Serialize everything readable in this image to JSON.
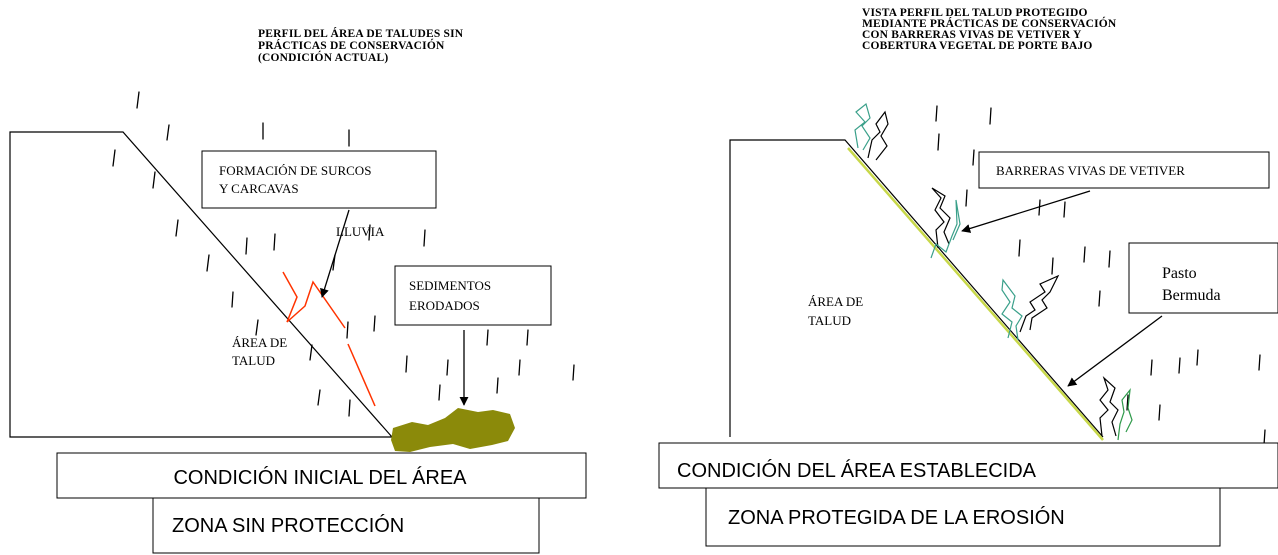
{
  "left_panel": {
    "title_lines": [
      "PERFIL DEL ÁREA DE TALUDES   SIN",
      "PRÁCTICAS        DE    CONSERVACIÓN",
      "(CONDICIÓN ACTUAL)"
    ],
    "callout_surcos_lines": [
      "FORMACIÓN DE SURCOS",
      "Y CARCAVAS"
    ],
    "lluvia_label": "LLUVIA",
    "callout_sedimentos_lines": [
      "SEDIMENTOS",
      "ERODADOS"
    ],
    "area_label_lines": [
      "ÁREA DE",
      "TALUD"
    ],
    "condition_label": "CONDICIÓN INICIAL DEL ÁREA",
    "zone_label": "ZONA SIN PROTECCIÓN"
  },
  "right_panel": {
    "title_lines": [
      "VISTA  PERFIL  DEL  TALUD  PROTEGIDO",
      "MEDIANTE PRÁCTICAS DE CONSERVACIÓN",
      "CON BARRERAS VIVAS DE    VETIVER  Y",
      "COBERTURA VEGETAL DE PORTE BAJO"
    ],
    "callout_vetiver": "BARRERAS VIVAS DE VETIVER",
    "callout_pasto_lines": [
      "Pasto",
      "Bermuda"
    ],
    "area_label_lines": [
      "ÁREA DE",
      "TALUD"
    ],
    "condition_label": "CONDICIÓN DEL ÁREA ESTABLECIDA",
    "zone_label": "ZONA PROTEGIDA DE LA EROSIÓN"
  },
  "colors": {
    "outline": "#000000",
    "gully": "#ff3300",
    "sediment": "#8b8a0a",
    "grass_line": "#c8d84a",
    "vetiver_green": "#2e9a4a",
    "vetiver_teal": "#3aa08a"
  }
}
